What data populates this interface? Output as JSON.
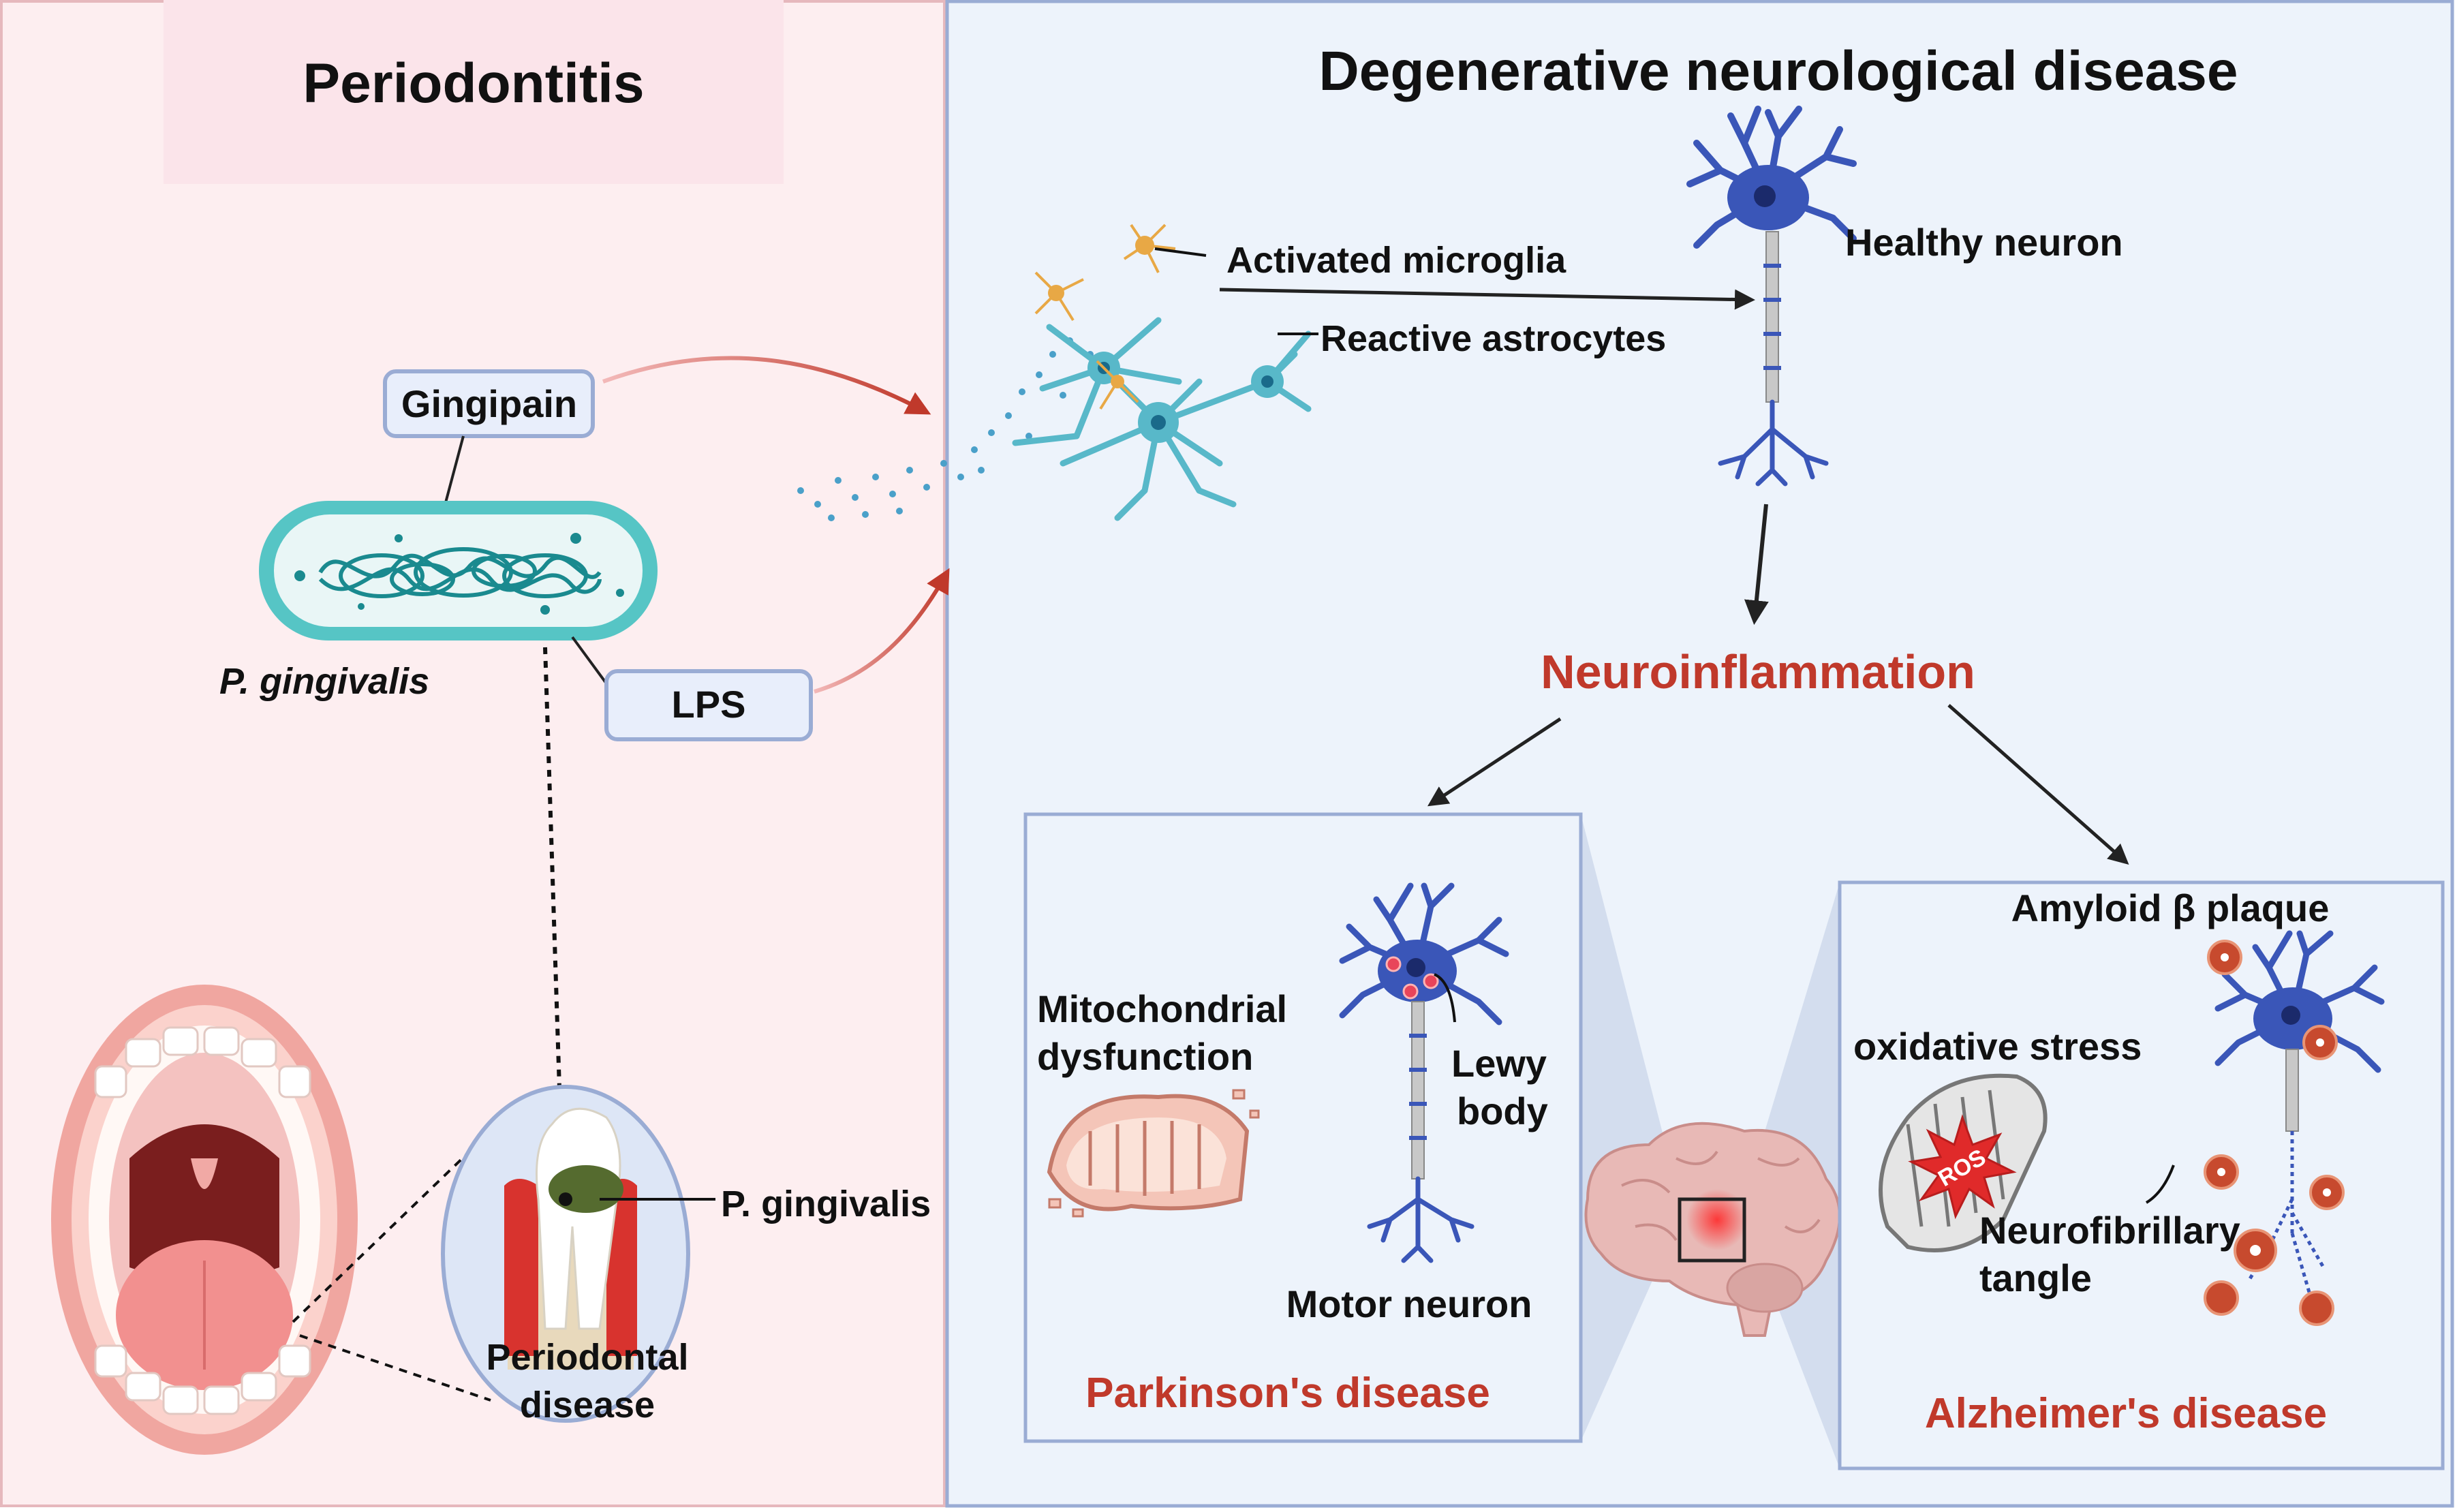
{
  "left_panel": {
    "title": "Periodontitis",
    "gingipain_label": "Gingipain",
    "lps_label": "LPS",
    "bacterium_name": "P. gingivalis",
    "tooth_bacteria_label": "P. gingivalis",
    "periodontal_label_line1": "Periodontal",
    "periodontal_label_line2": "disease"
  },
  "right_panel": {
    "title": "Degenerative neurological disease",
    "activated_microglia": "Activated microglia",
    "reactive_astrocytes": "Reactive astrocytes",
    "healthy_neuron": "Healthy neuron",
    "neuroinflammation": "Neuroinflammation",
    "parkinsons": {
      "mito_line1": "Mitochondrial",
      "mito_line2": "dysfunction",
      "lewy_line1": "Lewy",
      "lewy_line2": "body",
      "motor_neuron": "Motor neuron",
      "disease": "Parkinson's disease"
    },
    "alzheimers": {
      "amyloid": "Amyloid β plaque",
      "oxidative": "oxidative stress",
      "ros": "ROS",
      "tangle_line1": "Neurofibrillary",
      "tangle_line2": "tangle",
      "disease": "Alzheimer's disease"
    }
  },
  "colors": {
    "left_bg": "#fdeef0",
    "right_bg": "#edf3fb",
    "panel_border": "#9aacd4",
    "accent_red": "#c0392b",
    "neuron_blue": "#3a56b8",
    "bacteria_teal": "#1a8a8f"
  }
}
